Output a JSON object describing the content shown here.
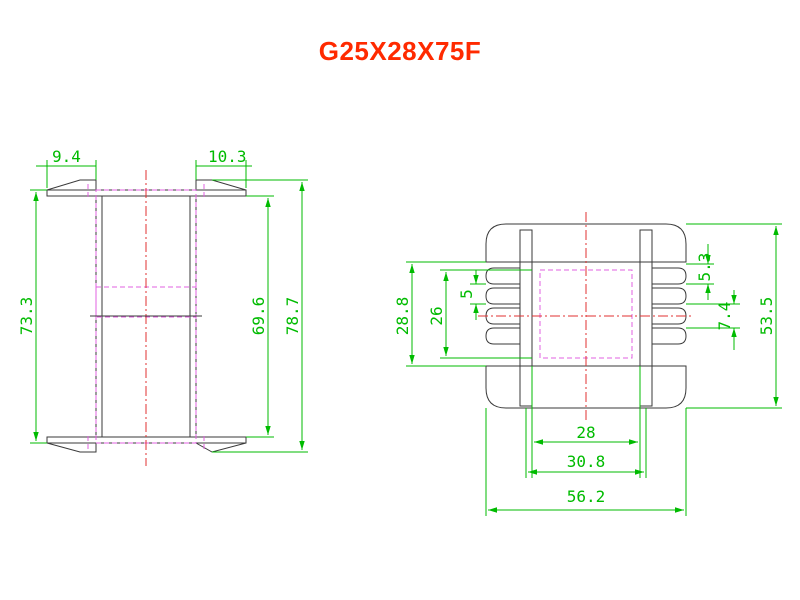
{
  "title": "G25X28X75F",
  "colors": {
    "title": "#ff2a00",
    "outline": "#3a3a3a",
    "dimension": "#00bb00",
    "centerline": "#e03030",
    "hidden": "#e060e0"
  },
  "side_view": {
    "dim_top_left": "9.4",
    "dim_top_right": "10.3",
    "dim_left_height": "73.3",
    "dim_inner_height": "69.6",
    "dim_total_height": "78.7"
  },
  "end_view": {
    "dim_outer_left": "28.8",
    "dim_inner_left": "26",
    "dim_slot": "5",
    "dim_right_top": "5.3",
    "dim_right_mid": "7.4",
    "dim_right_total": "53.5",
    "dim_bottom_inner": "28",
    "dim_bottom_mid": "30.8",
    "dim_bottom_total": "56.2"
  }
}
